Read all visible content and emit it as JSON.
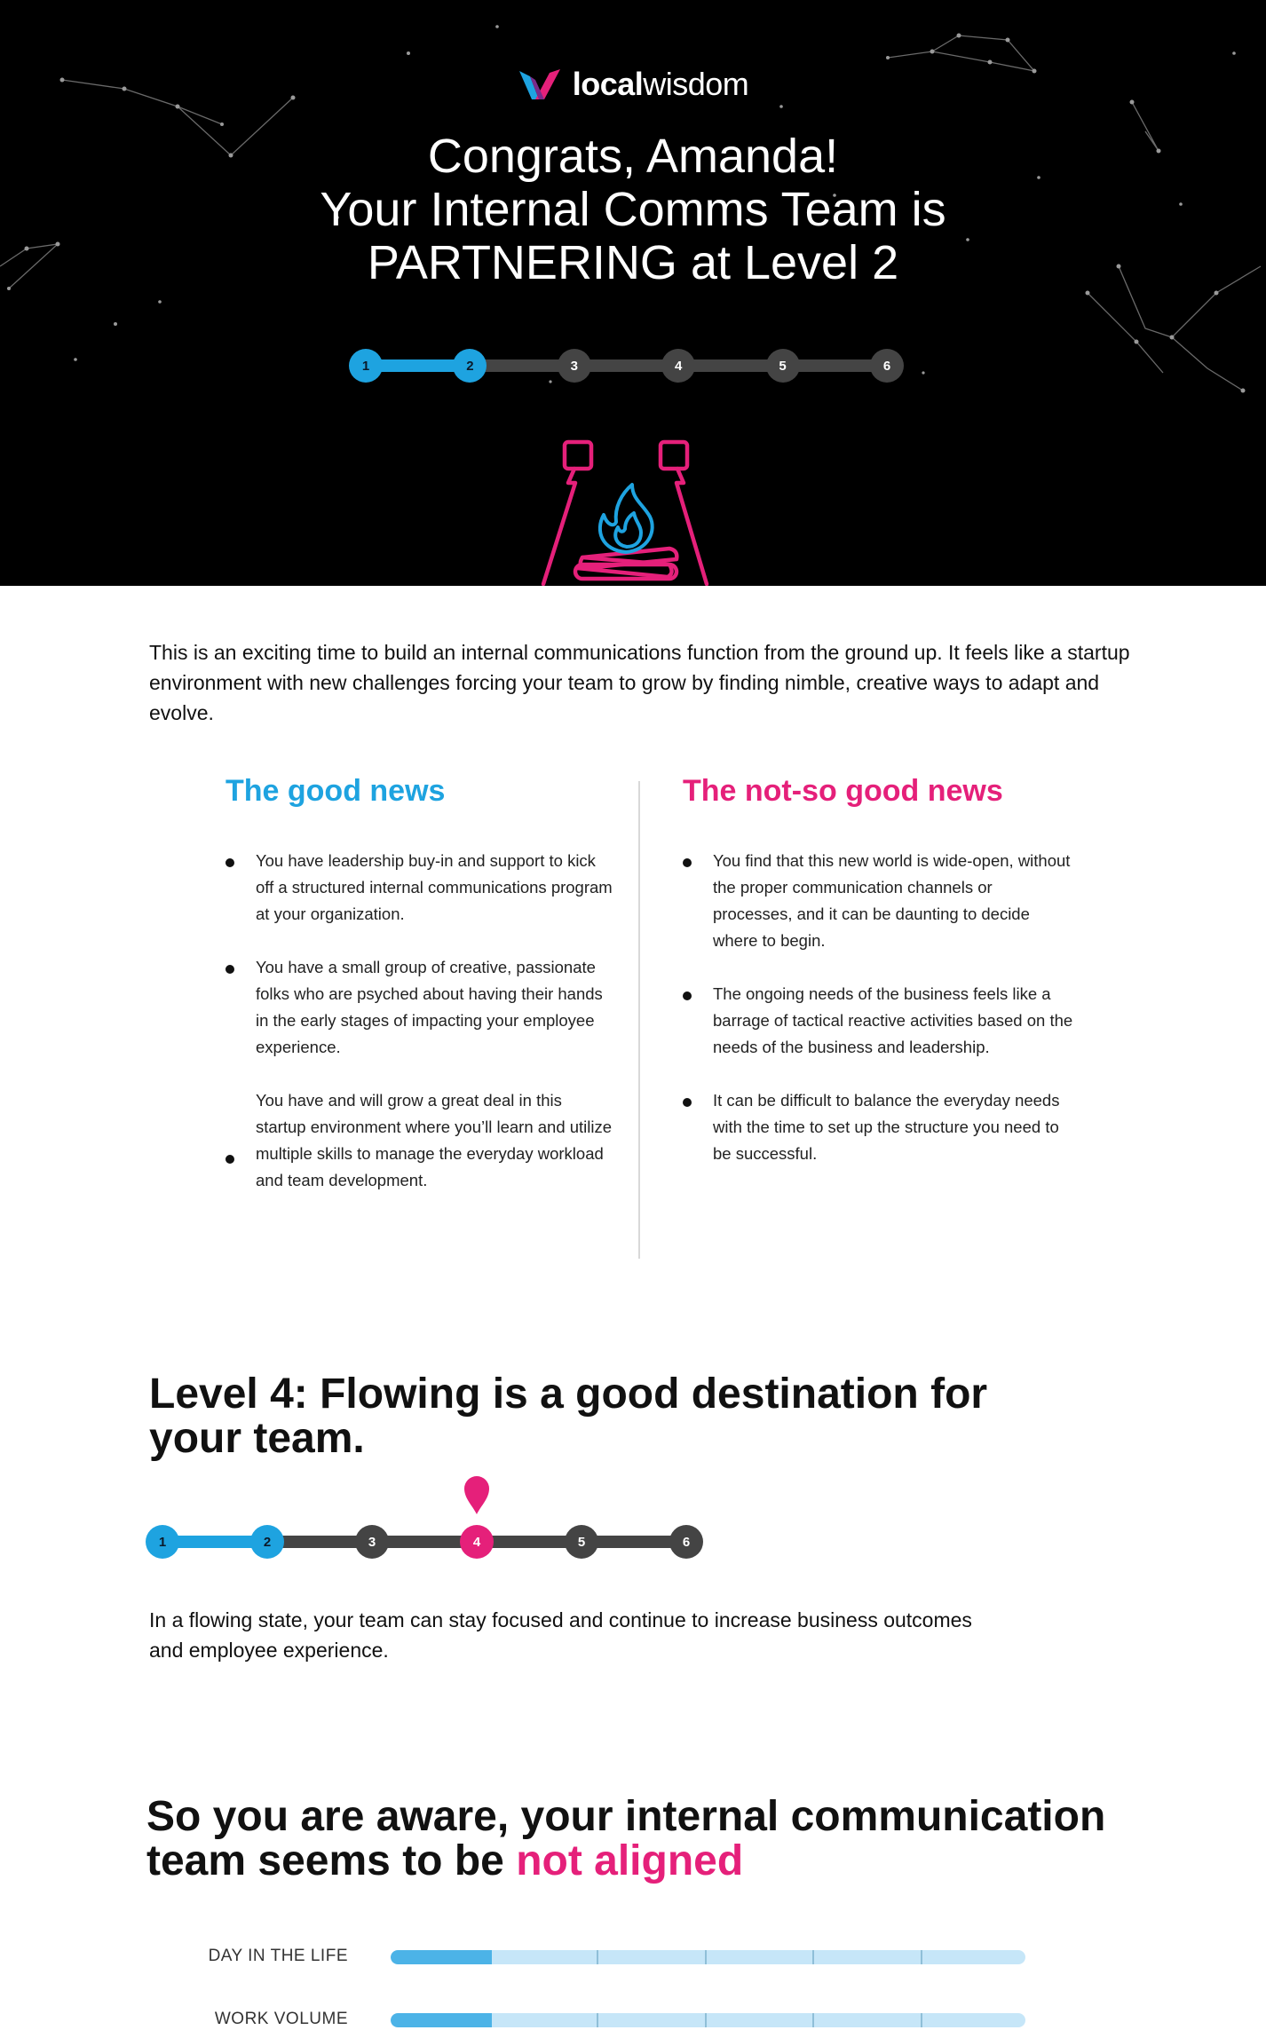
{
  "header": {
    "logo_word_bold": "local",
    "logo_word_light": "wisdom",
    "title_lines": [
      "Congrats, Amanda!",
      "Your Internal Comms Team is",
      "PARTNERING at Level 2"
    ],
    "colors": {
      "blue": "#1ea3e0",
      "pink": "#e5207a",
      "dark": "#000000"
    }
  },
  "progress_top": {
    "steps": [
      "1",
      "2",
      "3",
      "4",
      "5",
      "6"
    ],
    "current_level": 2
  },
  "intro": "This is an exciting time to build an internal communications function from the ground up. It feels like a startup environment with new challenges forcing your team to grow by finding nimble, creative ways to adapt and evolve.",
  "good_news": {
    "title": "The good news",
    "items": [
      "You have leadership buy-in and support to kick off a structured internal communications program at your organization.",
      "You have a small group of creative, passionate folks who are psyched about having their hands in the early stages of impacting your employee experience.",
      "You have and will grow a great deal in this startup environment where you’ll learn and utilize multiple skills to manage the everyday workload and team development."
    ]
  },
  "bad_news": {
    "title": "The not-so good news",
    "items": [
      "You find that this new world is wide-open, without the proper communication channels or processes, and it can be daunting to decide where to begin.",
      "The ongoing needs of the business feels like a barrage of tactical reactive activities based on the needs of the business and leadership.",
      "It can be difficult to balance the everyday needs with the time to set up the structure you need to be successful."
    ]
  },
  "destination": {
    "title": "Level 4: Flowing is a good destination for your team.",
    "steps": [
      "1",
      "2",
      "3",
      "4",
      "5",
      "6"
    ],
    "current_level": 2,
    "target_level": 4,
    "text": "In a flowing state, your team can stay focused and continue to increase business outcomes and employee experience."
  },
  "alignment": {
    "title_prefix": "So you are aware, your internal communication team seems to be ",
    "title_highlight": "not aligned",
    "metrics": [
      {
        "label": "DAY IN THE LIFE",
        "value": 0.16
      },
      {
        "label": "WORK VOLUME",
        "value": 0.16
      }
    ]
  }
}
